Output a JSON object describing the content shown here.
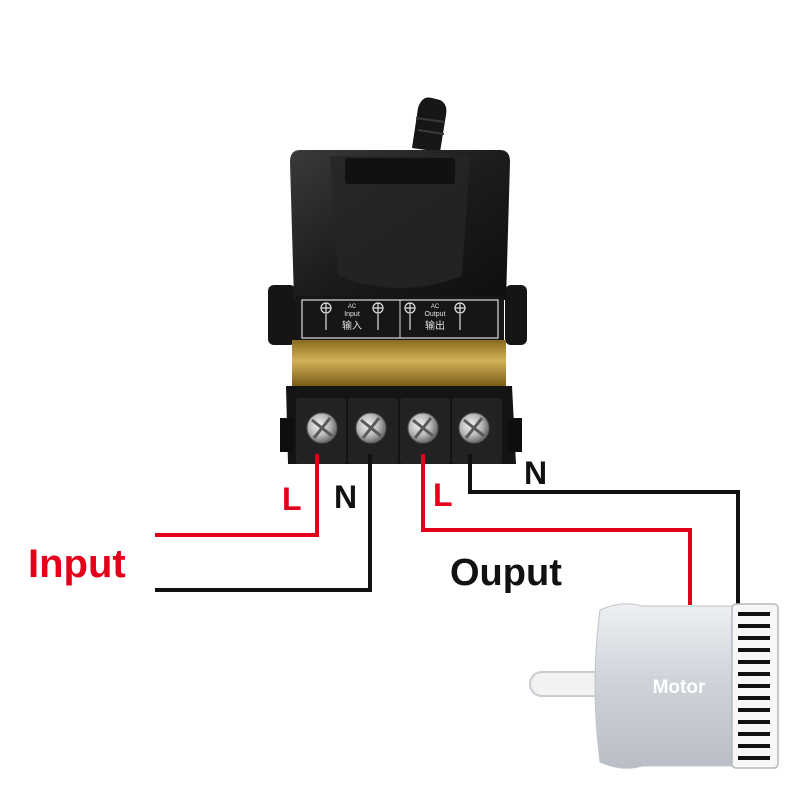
{
  "relay": {
    "panel_top_text_left": "AC",
    "panel_top_text_right": "AC",
    "input_label": "Input",
    "output_label": "Output",
    "input_cn": "输入",
    "output_cn": "输出"
  },
  "labels": {
    "input": "Input",
    "output": "Ouput",
    "input_l": "L",
    "input_n": "N",
    "output_l": "L",
    "output_n": "N",
    "motor": "Motor"
  },
  "colors": {
    "live_wire": "#e3001b",
    "neutral_wire": "#111111",
    "relay_body": "#1c1c1c",
    "brass_strip": "#b8952f",
    "motor_body": "#d9dde3"
  },
  "icons": [
    "plus-terminal-icon",
    "screw-terminal-icon",
    "antenna-icon"
  ]
}
